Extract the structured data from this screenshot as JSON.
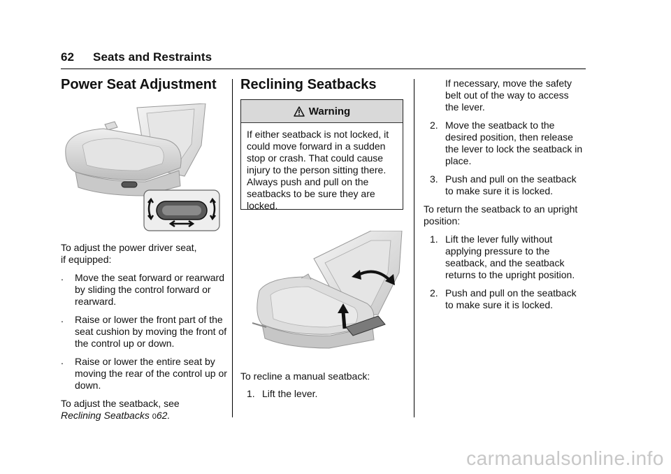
{
  "header": {
    "page_number": "62",
    "section_title": "Seats and Restraints"
  },
  "left_column": {
    "heading": "Power Seat Adjustment",
    "intro": "To adjust the power driver seat, if equipped:",
    "intro_line1": "To adjust the power driver seat,",
    "intro_line2": "if equipped:",
    "bullet_symbol": ".",
    "bullets": [
      "Move the seat forward or rearward by sliding the control forward or rearward.",
      "Raise or lower the front part of the seat cushion by moving the front of the control up or down.",
      "Raise or lower the entire seat by moving the rear of the control up or down."
    ],
    "seatback_ref_line1": "To adjust the seatback, see",
    "seatback_ref_link": "Reclining Seatbacks",
    "seatback_ref_arrow": "0",
    "seatback_ref_page": "62."
  },
  "middle_column": {
    "heading": "Reclining Seatbacks",
    "warning_title": "Warning",
    "warning_icon": "warning-triangle-icon",
    "warning_text": "If either seatback is not locked, it could move forward in a sudden stop or crash. That could cause injury to the person sitting there. Always push and pull on the seatbacks to be sure they are locked.",
    "recline_intro": "To recline a manual seatback:",
    "steps": [
      {
        "n": "1.",
        "text": "Lift the lever."
      }
    ]
  },
  "right_column": {
    "continuation": "If necessary, move the safety belt out of the way to access the lever.",
    "steps": [
      {
        "n": "2.",
        "text": "Move the seatback to the desired position, then release the lever to lock the seatback in place."
      },
      {
        "n": "3.",
        "text": "Push and pull on the seatback to make sure it is locked."
      }
    ],
    "upright_intro": "To return the seatback to an upright position:",
    "upright_steps": [
      {
        "n": "1.",
        "text": "Lift the lever fully without applying pressure to the seatback, and the seatback returns to the upright position."
      },
      {
        "n": "2.",
        "text": "Push and pull on the seatback to make sure it is locked."
      }
    ]
  },
  "watermark": "carmanualsonline.info",
  "colors": {
    "rule": "#000000",
    "warning_header_bg": "#d9d9d9",
    "arrow": "#111111"
  }
}
